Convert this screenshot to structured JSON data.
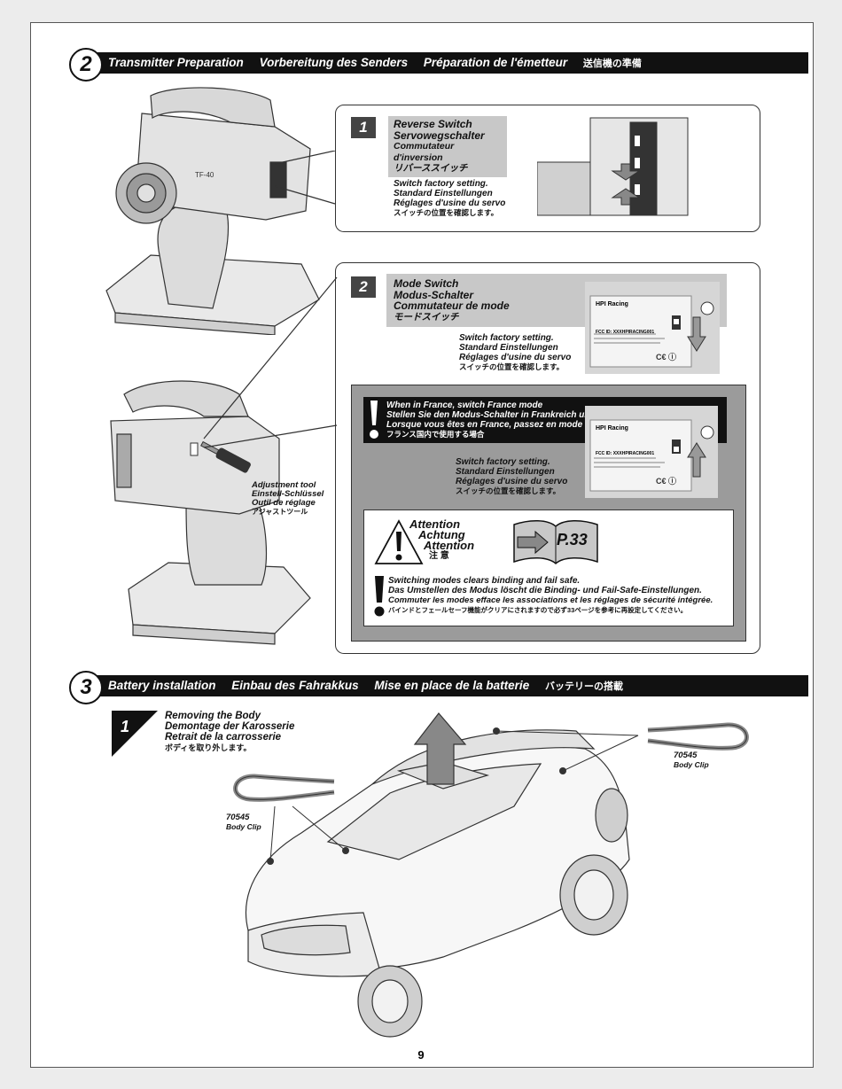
{
  "section2": {
    "number": "2",
    "titles": [
      "Transmitter Preparation",
      "Vorbereitung des Senders",
      "Préparation de l'émetteur",
      "送信機の準備"
    ]
  },
  "step1": {
    "number": "1",
    "title_lines": [
      "Reverse Switch",
      "Servowegschalter",
      "Commutateur d'inversion",
      "リバーススイッチ"
    ],
    "note_lines": [
      "Switch factory setting.",
      "Standard Einstellungen",
      "Réglages d'usine du servo",
      "スイッチの位置を確認します。"
    ]
  },
  "step2": {
    "number": "2",
    "title_lines": [
      "Mode Switch",
      "Modus-Schalter",
      "Commutateur de mode",
      "モードスイッチ"
    ],
    "note_lines": [
      "Switch factory setting.",
      "Standard Einstellungen",
      "Réglages d'usine du servo",
      "スイッチの位置を確認します。"
    ]
  },
  "label_plate": {
    "brand": "HPI Racing",
    "fcc": "FCC ID: XXXHPIRACING001"
  },
  "france": {
    "lines": [
      "When in France, switch France mode",
      "Stellen Sie den Modus-Schalter in Frankreich um.",
      "Lorsque vous êtes en France, passez en mode France",
      "フランス国内で使用する場合"
    ],
    "note_lines": [
      "Switch factory setting.",
      "Standard Einstellungen",
      "Réglages d'usine du servo",
      "スイッチの位置を確認します。"
    ]
  },
  "attention": {
    "words": [
      "Attention",
      "Achtung",
      "Attention",
      "注 意"
    ],
    "page_ref": "P.33",
    "lines": [
      "Switching modes clears binding and fail safe.",
      "Das Umstellen des Modus löscht die Binding- und Fail-Safe-Einstellungen.",
      "Commuter les modes efface les associations et les réglages de sécurité intégrée.",
      "バインドとフェールセーフ機能がクリアにされますので必ず33ページを参考に再設定してください。"
    ]
  },
  "tool_label": [
    "Adjustment tool",
    "Einstell-Schlüssel",
    "Outil de réglage",
    "アジャストツール"
  ],
  "section3": {
    "number": "3",
    "titles": [
      "Battery installation",
      "Einbau des Fahrakkus",
      "Mise en place de la batterie",
      "バッテリーの搭載"
    ]
  },
  "step3_1": {
    "number": "1",
    "lines": [
      "Removing the Body",
      "Demontage der Karosserie",
      "Retrait de la carrosserie",
      "ボディを取り外します。"
    ]
  },
  "clip_left": {
    "part": "70545",
    "name": "Body Clip"
  },
  "clip_right": {
    "part": "70545",
    "name": "Body Clip"
  },
  "page_number": "9"
}
